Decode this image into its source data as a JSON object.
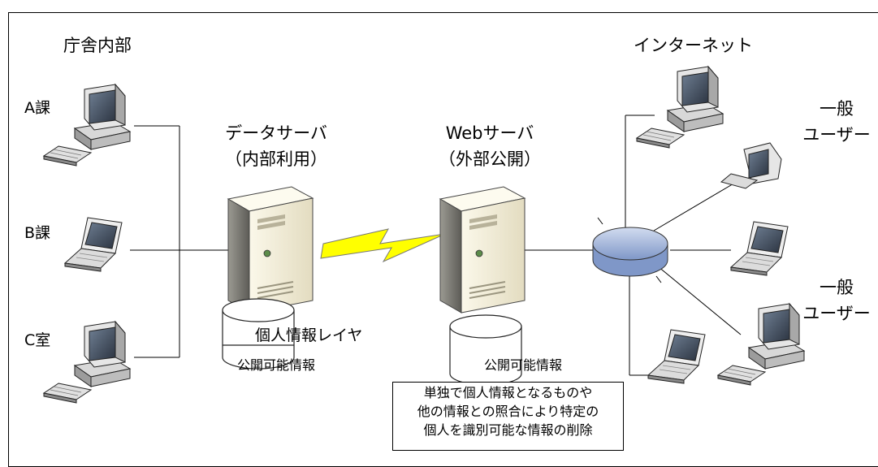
{
  "labels": {
    "internal_area": "庁舎内部",
    "internet_area": "インターネット",
    "dept_a": "A課",
    "dept_b": "B課",
    "room_c": "C室",
    "data_server_line1": "データサーバ",
    "data_server_line2": "（内部利用）",
    "web_server_line1": "Webサーバ",
    "web_server_line2": "（外部公開）",
    "general_user_1_line1": "一般",
    "general_user_1_line2": "ユーザー",
    "general_user_2_line1": "一般",
    "general_user_2_line2": "ユーザー",
    "db_layer_personal": "個人情報レイヤ",
    "db_layer_public": "公開可能情報",
    "web_db_public": "公開可能情報"
  },
  "note": {
    "line1": "単独で個人情報となるものや",
    "line2": "他の情報との照合により特定の",
    "line3": "個人を識別可能な情報の削除"
  },
  "icons": {
    "desktop": "desktop-computer-icon",
    "laptop": "laptop-icon",
    "server": "tower-server-icon",
    "database": "database-cylinder-icon",
    "router": "router-hub-icon",
    "link": "lightning-link-icon"
  },
  "colors": {
    "lightning": "#ffff00",
    "router": "#a9b9dc",
    "server_body": "#f1ecd8",
    "line": "#000000"
  }
}
